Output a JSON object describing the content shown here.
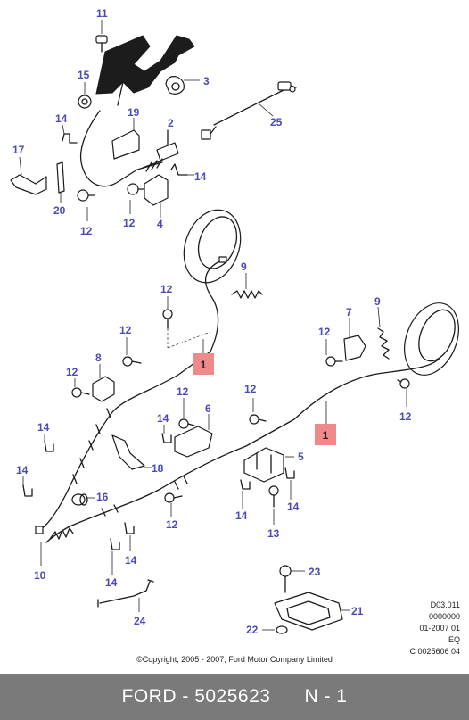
{
  "callouts": {
    "c11": "11",
    "c15": "15",
    "c3": "3",
    "c25": "25",
    "c14a": "14",
    "c19": "19",
    "c2": "2",
    "c17": "17",
    "c20": "20",
    "c12a": "12",
    "c12b": "12",
    "c4": "4",
    "c14b": "14",
    "c9a": "9",
    "c12c": "12",
    "c12d": "12",
    "c12e": "12",
    "c8": "8",
    "c12f": "12",
    "c6": "6",
    "c14c": "14",
    "c18": "18",
    "c14d": "14",
    "c14e": "14",
    "c16": "16",
    "c10": "10",
    "c12g": "12",
    "c14f": "14",
    "c14g": "14",
    "c7": "7",
    "c9b": "9",
    "c12h": "12",
    "c12i": "12",
    "c12j": "12",
    "c5": "5",
    "c14h": "14",
    "c14i": "14",
    "c13": "13",
    "c23": "23",
    "c21": "21",
    "c22": "22",
    "c24": "24"
  },
  "ref_badges": {
    "r1a": "1",
    "r1b": "1"
  },
  "doc_codes": [
    "D03.011",
    "0000000",
    "01-2007 01",
    "EQ",
    "C 0025606 04"
  ],
  "copyright": "©Copyright, 2005 - 2007, Ford Motor Company Limited",
  "footer": {
    "brand": "FORD",
    "separator": " - ",
    "part_number": "5025623",
    "page": "N - 1"
  }
}
